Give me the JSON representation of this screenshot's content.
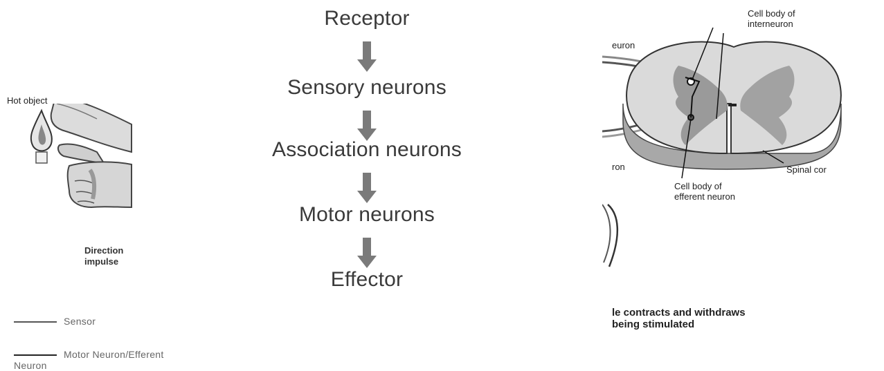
{
  "flow": {
    "steps": [
      "Receptor",
      "Sensory neurons",
      "Association neurons",
      "Motor neurons",
      "Effector"
    ]
  },
  "left_panel": {
    "hot_object": "Hot object",
    "direction_line1": "Direction",
    "direction_line2": "impulse",
    "legend": [
      {
        "label": "Sensor"
      },
      {
        "label": "Motor Neuron/Efferent Neuron"
      }
    ]
  },
  "right_panel": {
    "neuron_top": "euron",
    "neuron_bottom": "ron",
    "cell_body_inter_1": "Cell body of",
    "cell_body_inter_2": "interneuron",
    "spinal_cord": "Spinal cor",
    "cell_body_eff_1": "Cell body of",
    "cell_body_eff_2": "efferent neuron",
    "caption_1": "le contracts and withdraws",
    "caption_2": "being stimulated"
  },
  "colors": {
    "arrow": "#7a7a7a",
    "text": "#3a3a3a",
    "tissue": "#c9c9c9",
    "grey_matter": "#9a9a9a"
  }
}
